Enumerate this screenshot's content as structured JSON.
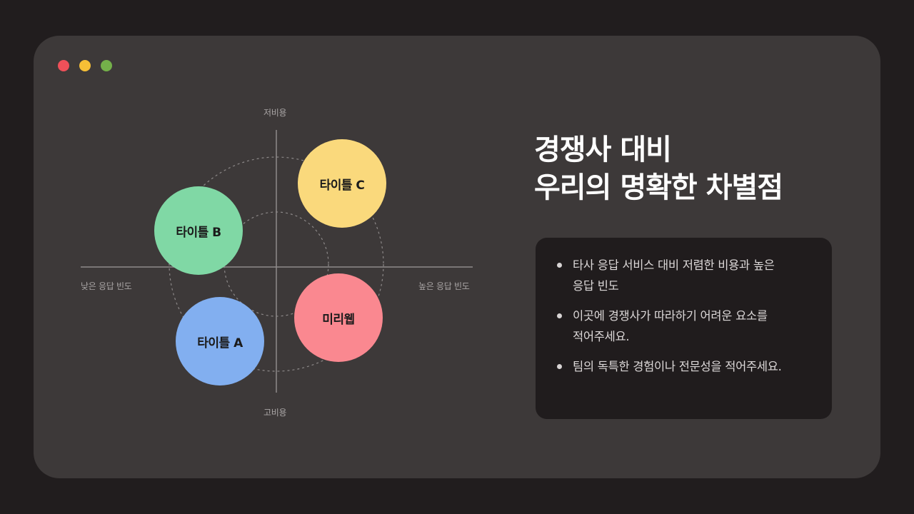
{
  "window": {
    "controls": [
      {
        "name": "close",
        "color": "#ef5059"
      },
      {
        "name": "minimize",
        "color": "#f6bf36"
      },
      {
        "name": "maximize",
        "color": "#74b04a"
      }
    ]
  },
  "diagram": {
    "axes": {
      "top": "저비용",
      "bottom": "고비용",
      "left": "낮은 응답 빈도",
      "right": "높은 응답 빈도"
    },
    "bubbles": [
      {
        "id": "title-c",
        "label": "타이틀 C",
        "color": "#fad97c",
        "quadrant": "top-right"
      },
      {
        "id": "title-b",
        "label": "타이틀 B",
        "color": "#80d8a5",
        "quadrant": "top-left"
      },
      {
        "id": "title-a",
        "label": "타이틀 A",
        "color": "#82aff0",
        "quadrant": "bottom-left"
      },
      {
        "id": "miriweb",
        "label": "미리웹",
        "color": "#fa8890",
        "quadrant": "bottom-right"
      }
    ]
  },
  "headline": {
    "line1": "경쟁사 대비",
    "line2": "우리의 명확한 차별점"
  },
  "card": {
    "items": [
      "타사 응답 서비스 대비 저렴한 비용과 높은 응답 빈도",
      "이곳에 경쟁사가 따라하기 어려운 요소를 적어주세요.",
      "팀의 독특한 경험이나 전문성을 적어주세요."
    ]
  }
}
